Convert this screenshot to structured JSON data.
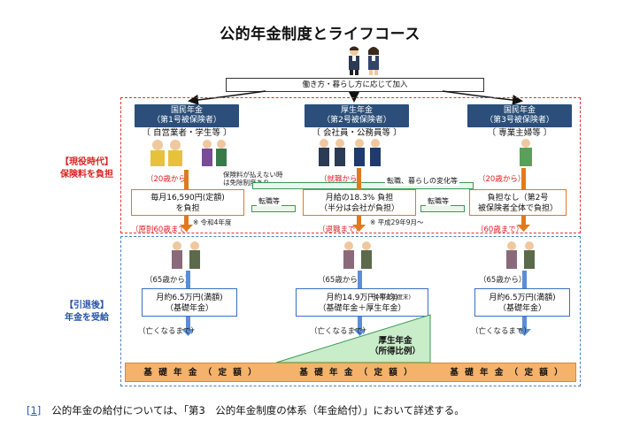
{
  "title": "公的年金制度とライフコース",
  "banner": "働き方・暮らし方に応じて加入",
  "columns": [
    {
      "header": "国民年金\n（第1号被保険者）",
      "group": "自営業者・学生等",
      "age_from": "（20歳から）",
      "payment": "毎月16,590円(定額)\nを負担",
      "note": "※ 令和4年度",
      "age_to": "（原則60歳まで）",
      "pension_from": "（65歳から）",
      "pension": "月約6.5万円(満額)\n（基礎年金）",
      "until": "（亡くなるまで）"
    },
    {
      "header": "厚生年金\n（第2号被保険者）",
      "group": "会社員・公務員等",
      "age_from": "（就職から）",
      "payment": "月給の18.3% 負担\n（半分は会社が負担）",
      "note": "※ 平成29年9月～",
      "age_to": "（退職まで）",
      "pension_from": "（65歳から）",
      "pension": "月約14.9万円(平均)\n（基礎年金＋厚生年金）",
      "pension_note": "(令和元年度末)",
      "until": "（亡くなるまで）"
    },
    {
      "header": "国民年金\n（第3号被保険者）",
      "group": "専業主婦等",
      "age_from": "（20歳から）",
      "payment": "負担なし（第2号\n被保険者全体で負担）",
      "age_to": "（60歳まで）",
      "pension_from": "（65歳から）",
      "pension": "月約6.5万円(満額)\n（基礎年金）",
      "until": "（亡くなるまで）"
    }
  ],
  "side_labels": {
    "working": "【現役時代】\n保険料を負担",
    "retired": "【引退後】\n年金を受給"
  },
  "exemption_note": "保険料が払えない時\nは免除制度あり",
  "transitions": {
    "top": "転職、暮らしの変化等",
    "left": "転職等",
    "right": "転職等"
  },
  "kosei": {
    "label": "厚生年金\n（所得比例）"
  },
  "base_bar": [
    "基 礎 年 金 （ 定 額 ）",
    "基 礎 年 金 （ 定 額 ）",
    "基 礎 年 金 （ 定 額 ）"
  ],
  "footer": {
    "ref": "[1]",
    "text": "公的年金の給付については、「第3　公的年金制度の体系（年金給付）」において詳述する。"
  },
  "colors": {
    "navy": "#2b4f7a",
    "red": "#d22",
    "orange": "#e07a1f",
    "blue": "#3a6fc0",
    "green": "#3a9a55",
    "bar": "#f5b26b"
  }
}
